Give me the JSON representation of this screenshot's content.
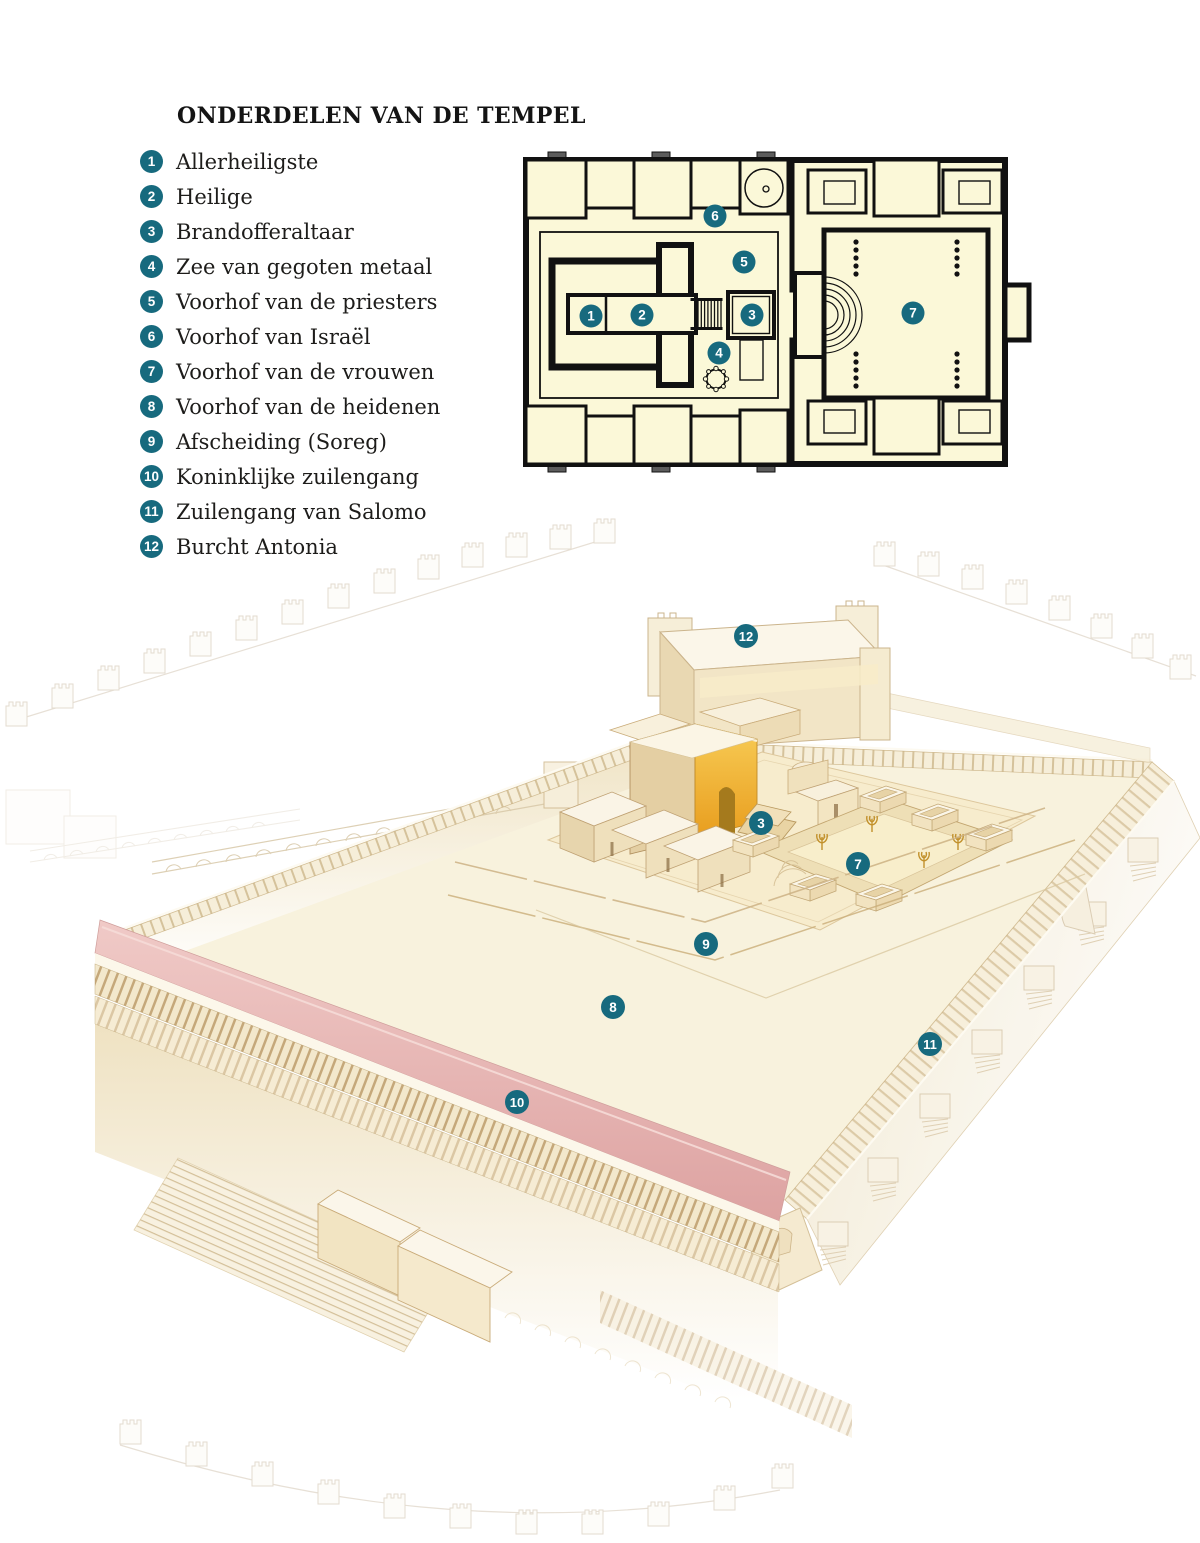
{
  "title": "ONDERDELEN VAN DE TEMPEL",
  "legend": {
    "items": [
      {
        "num": "1",
        "label": "Allerheiligste"
      },
      {
        "num": "2",
        "label": "Heilige"
      },
      {
        "num": "3",
        "label": "Brandofferaltaar"
      },
      {
        "num": "4",
        "label": "Zee van gegoten metaal"
      },
      {
        "num": "5",
        "label": "Voorhof van de priesters"
      },
      {
        "num": "6",
        "label": "Voorhof van Israël"
      },
      {
        "num": "7",
        "label": "Voorhof van de vrouwen"
      },
      {
        "num": "8",
        "label": "Voorhof van de heidenen"
      },
      {
        "num": "9",
        "label": "Afscheiding (Soreg)"
      },
      {
        "num": "10",
        "label": "Koninklijke zuilengang"
      },
      {
        "num": "11",
        "label": "Zuilengang van Salomo"
      },
      {
        "num": "12",
        "label": "Burcht Antonia"
      }
    ]
  },
  "floor_plan": {
    "markers": [
      {
        "num": "1"
      },
      {
        "num": "2"
      },
      {
        "num": "3"
      },
      {
        "num": "4"
      },
      {
        "num": "5"
      },
      {
        "num": "6"
      },
      {
        "num": "7"
      }
    ]
  },
  "illustration": {
    "markers": [
      {
        "num": "3"
      },
      {
        "num": "7"
      },
      {
        "num": "8"
      },
      {
        "num": "9"
      },
      {
        "num": "10"
      },
      {
        "num": "11"
      },
      {
        "num": "12"
      }
    ]
  },
  "colors": {
    "marker_teal": "#176a7e",
    "plan_cream": "#fbf8d8",
    "plan_line": "#111111",
    "temple_gold": "#f2b237",
    "stoa_roof_pink": "#e2a7a6"
  }
}
